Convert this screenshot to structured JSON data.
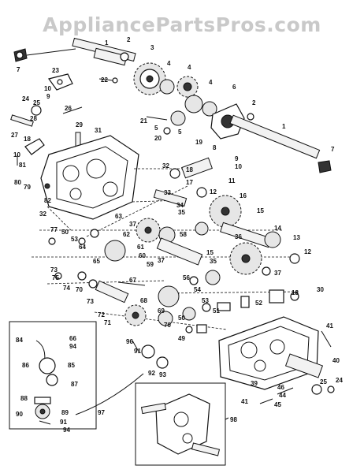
{
  "watermark": "AppliancePartsPros.com",
  "callouts": [
    {
      "id": "c1a",
      "text": "1"
    },
    {
      "id": "c2a",
      "text": "2"
    },
    {
      "id": "c3",
      "text": "3"
    },
    {
      "id": "c4a",
      "text": "4"
    },
    {
      "id": "c4b",
      "text": "4"
    },
    {
      "id": "c4c",
      "text": "4"
    },
    {
      "id": "c6",
      "text": "6"
    },
    {
      "id": "c2b",
      "text": "2"
    },
    {
      "id": "c1b",
      "text": "1"
    },
    {
      "id": "c7a",
      "text": "7"
    },
    {
      "id": "c7b",
      "text": "7"
    },
    {
      "id": "c22",
      "text": "22"
    },
    {
      "id": "c23",
      "text": "23"
    },
    {
      "id": "c10a",
      "text": "10"
    },
    {
      "id": "c9a",
      "text": "9"
    },
    {
      "id": "c24a",
      "text": "24"
    },
    {
      "id": "c25a",
      "text": "25"
    },
    {
      "id": "c26",
      "text": "26"
    },
    {
      "id": "c28",
      "text": "28"
    },
    {
      "id": "c29",
      "text": "29"
    },
    {
      "id": "c31",
      "text": "31"
    },
    {
      "id": "c27",
      "text": "27"
    },
    {
      "id": "c18a",
      "text": "18"
    },
    {
      "id": "c10b",
      "text": "10"
    },
    {
      "id": "c81",
      "text": "81"
    },
    {
      "id": "c80",
      "text": "80"
    },
    {
      "id": "c79",
      "text": "79"
    },
    {
      "id": "c82",
      "text": "82"
    },
    {
      "id": "c32a",
      "text": "32"
    },
    {
      "id": "c32b",
      "text": "32"
    },
    {
      "id": "c21",
      "text": "21"
    },
    {
      "id": "c5a",
      "text": "5"
    },
    {
      "id": "c20",
      "text": "20"
    },
    {
      "id": "c5b",
      "text": "5"
    },
    {
      "id": "c8",
      "text": "8"
    },
    {
      "id": "c19",
      "text": "19"
    },
    {
      "id": "c9b",
      "text": "9"
    },
    {
      "id": "c10c",
      "text": "10"
    },
    {
      "id": "c11",
      "text": "11"
    },
    {
      "id": "c17",
      "text": "17"
    },
    {
      "id": "c18b",
      "text": "18"
    },
    {
      "id": "c33",
      "text": "33"
    },
    {
      "id": "c34",
      "text": "34"
    },
    {
      "id": "c35a",
      "text": "35"
    },
    {
      "id": "c12a",
      "text": "12"
    },
    {
      "id": "c16",
      "text": "16"
    },
    {
      "id": "c15a",
      "text": "15"
    },
    {
      "id": "c14",
      "text": "14"
    },
    {
      "id": "c13",
      "text": "13"
    },
    {
      "id": "c12b",
      "text": "12"
    },
    {
      "id": "c63",
      "text": "63"
    },
    {
      "id": "c37a",
      "text": "37"
    },
    {
      "id": "c77",
      "text": "77"
    },
    {
      "id": "c50a",
      "text": "50"
    },
    {
      "id": "c53",
      "text": "53"
    },
    {
      "id": "c62",
      "text": "62"
    },
    {
      "id": "c58",
      "text": "58"
    },
    {
      "id": "c36",
      "text": "36"
    },
    {
      "id": "c64",
      "text": "64"
    },
    {
      "id": "c61",
      "text": "61"
    },
    {
      "id": "c60",
      "text": "60"
    },
    {
      "id": "c65",
      "text": "65"
    },
    {
      "id": "c37b",
      "text": "37"
    },
    {
      "id": "c15b",
      "text": "15"
    },
    {
      "id": "c35b",
      "text": "35"
    },
    {
      "id": "c59",
      "text": "59"
    },
    {
      "id": "c73a",
      "text": "73"
    },
    {
      "id": "c75",
      "text": "75"
    },
    {
      "id": "c74",
      "text": "74"
    },
    {
      "id": "c70a",
      "text": "70"
    },
    {
      "id": "c73b",
      "text": "73"
    },
    {
      "id": "c67",
      "text": "67"
    },
    {
      "id": "c56",
      "text": "56"
    },
    {
      "id": "c54",
      "text": "54"
    },
    {
      "id": "c37c",
      "text": "37"
    },
    {
      "id": "c53b",
      "text": "53"
    },
    {
      "id": "c30",
      "text": "30"
    },
    {
      "id": "c18c",
      "text": "18"
    },
    {
      "id": "c52",
      "text": "52"
    },
    {
      "id": "c51",
      "text": "51"
    },
    {
      "id": "c68",
      "text": "68"
    },
    {
      "id": "c72",
      "text": "72"
    },
    {
      "id": "c71",
      "text": "71"
    },
    {
      "id": "c69",
      "text": "69"
    },
    {
      "id": "c50b",
      "text": "50"
    },
    {
      "id": "c70b",
      "text": "70"
    },
    {
      "id": "c49",
      "text": "49"
    },
    {
      "id": "c41a",
      "text": "41"
    },
    {
      "id": "c84",
      "text": "84"
    },
    {
      "id": "c66",
      "text": "66"
    },
    {
      "id": "c96",
      "text": "96"
    },
    {
      "id": "c91a",
      "text": "91"
    },
    {
      "id": "c94",
      "text": "94"
    },
    {
      "id": "c85",
      "text": "85"
    },
    {
      "id": "c86",
      "text": "86"
    },
    {
      "id": "c92",
      "text": "92"
    },
    {
      "id": "c93",
      "text": "93"
    },
    {
      "id": "c40",
      "text": "40"
    },
    {
      "id": "c87",
      "text": "87"
    },
    {
      "id": "c39",
      "text": "39"
    },
    {
      "id": "c46",
      "text": "46"
    },
    {
      "id": "c25b",
      "text": "25"
    },
    {
      "id": "c24b",
      "text": "24"
    },
    {
      "id": "c88",
      "text": "88"
    },
    {
      "id": "c44",
      "text": "44"
    },
    {
      "id": "c45",
      "text": "45"
    },
    {
      "id": "c41b",
      "text": "41"
    },
    {
      "id": "c89",
      "text": "89"
    },
    {
      "id": "c90",
      "text": "90"
    },
    {
      "id": "c97",
      "text": "97"
    },
    {
      "id": "c91b",
      "text": "91"
    },
    {
      "id": "c94b",
      "text": "94"
    },
    {
      "id": "c98",
      "text": "98"
    }
  ]
}
